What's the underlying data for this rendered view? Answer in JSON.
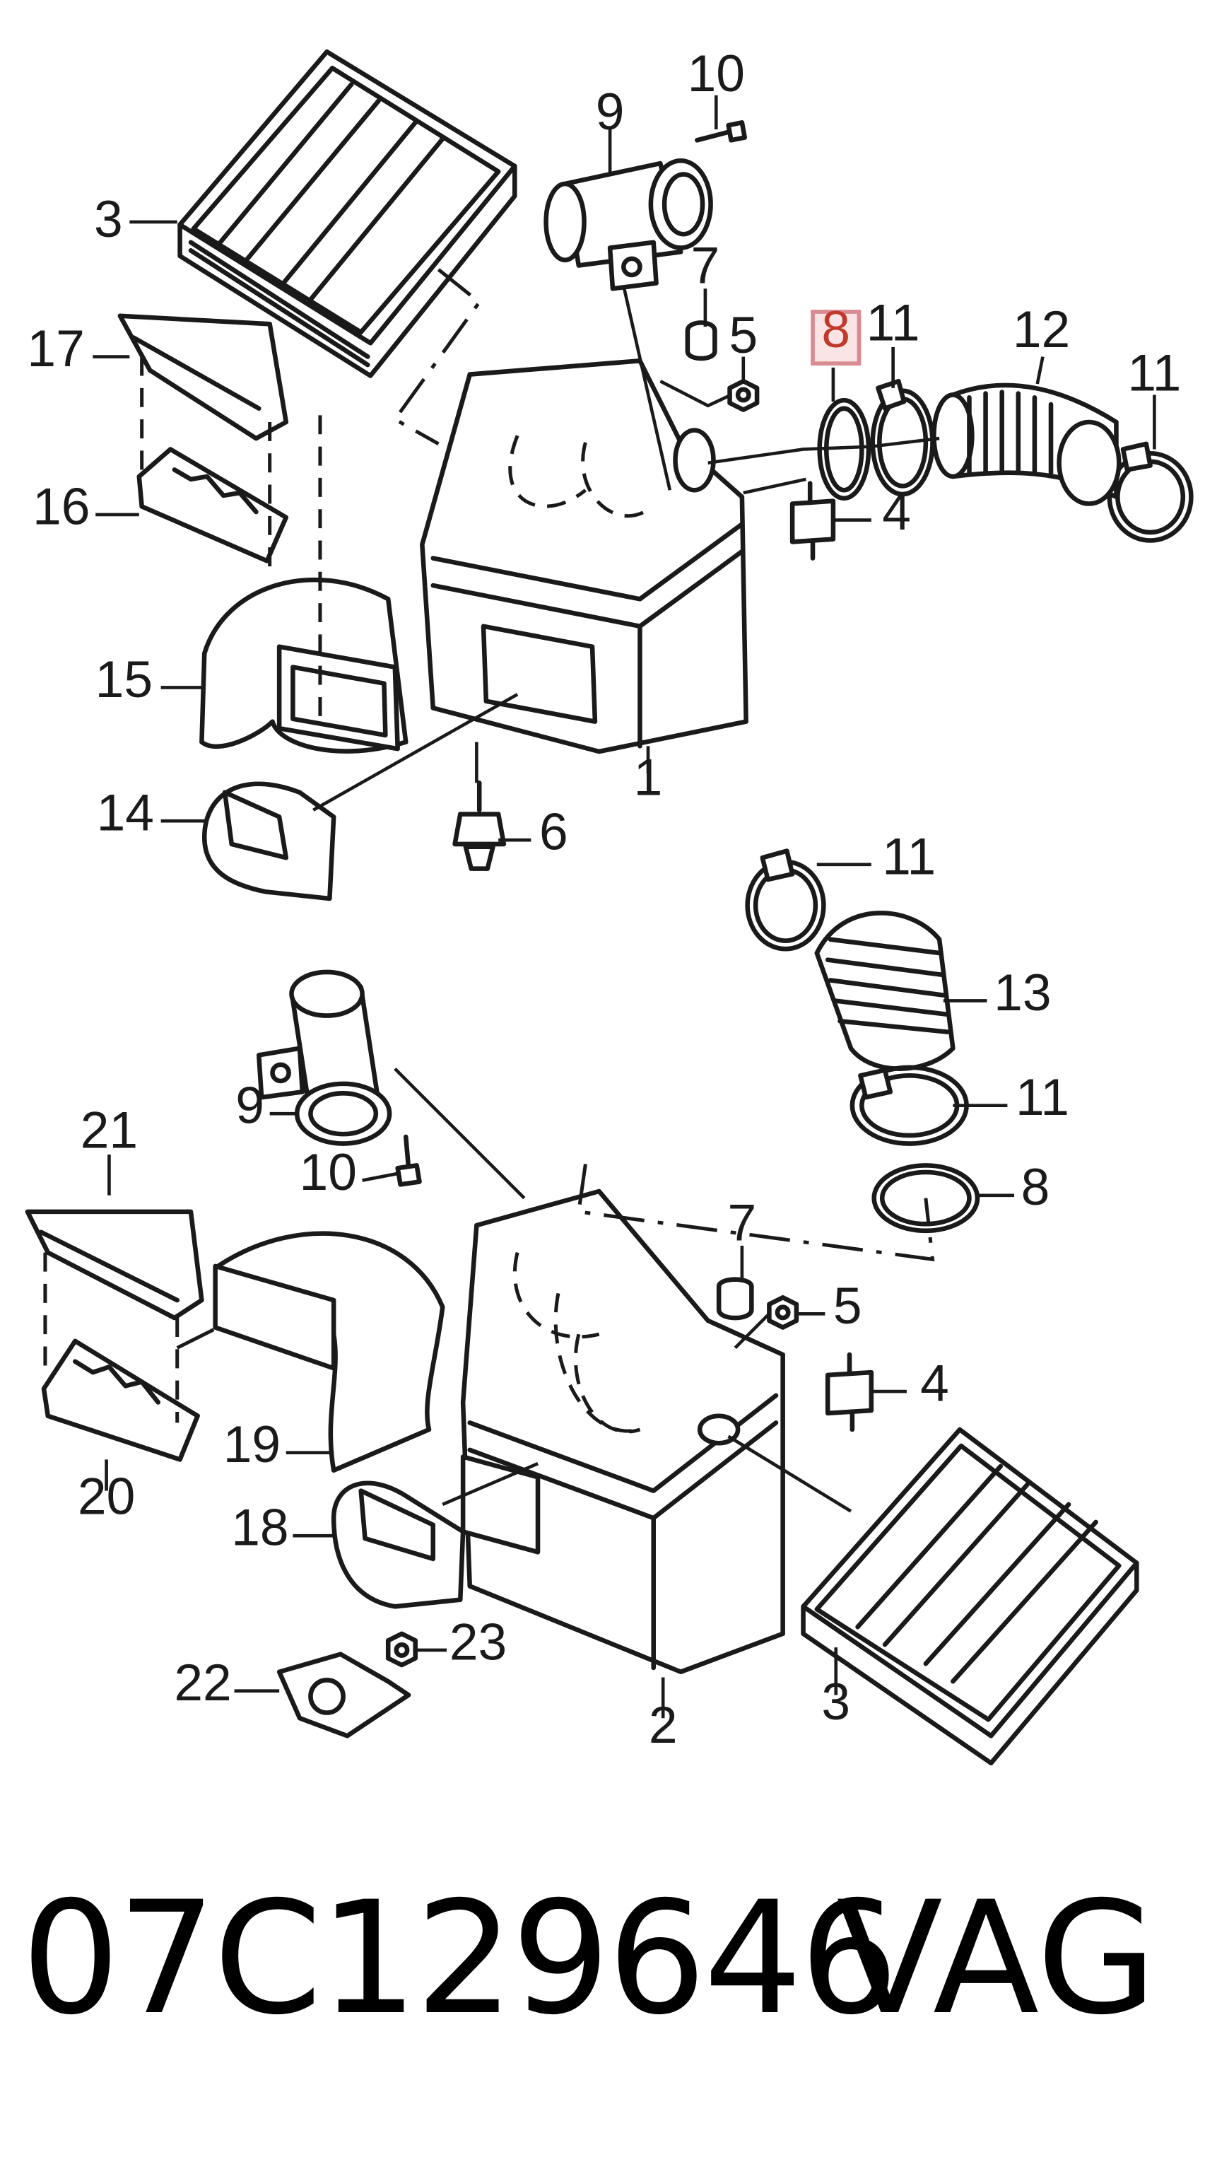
{
  "diagram": {
    "callouts": [
      {
        "id": "c-3-top",
        "label": "3",
        "highlight": false
      },
      {
        "id": "c-9-top",
        "label": "9",
        "highlight": false
      },
      {
        "id": "c-10-top",
        "label": "10",
        "highlight": false
      },
      {
        "id": "c-7-top",
        "label": "7",
        "highlight": false
      },
      {
        "id": "c-5-top",
        "label": "5",
        "highlight": false
      },
      {
        "id": "c-8-top",
        "label": "8",
        "highlight": true
      },
      {
        "id": "c-11-top-a",
        "label": "11",
        "highlight": false
      },
      {
        "id": "c-12",
        "label": "12",
        "highlight": false
      },
      {
        "id": "c-11-top-b",
        "label": "11",
        "highlight": false
      },
      {
        "id": "c-17",
        "label": "17",
        "highlight": false
      },
      {
        "id": "c-16",
        "label": "16",
        "highlight": false
      },
      {
        "id": "c-4-top",
        "label": "4",
        "highlight": false
      },
      {
        "id": "c-15",
        "label": "15",
        "highlight": false
      },
      {
        "id": "c-1",
        "label": "1",
        "highlight": false
      },
      {
        "id": "c-14",
        "label": "14",
        "highlight": false
      },
      {
        "id": "c-6",
        "label": "6",
        "highlight": false
      },
      {
        "id": "c-11-mid-a",
        "label": "11",
        "highlight": false
      },
      {
        "id": "c-13",
        "label": "13",
        "highlight": false
      },
      {
        "id": "c-11-mid-b",
        "label": "11",
        "highlight": false
      },
      {
        "id": "c-9-bot",
        "label": "9",
        "highlight": false
      },
      {
        "id": "c-10-bot",
        "label": "10",
        "highlight": false
      },
      {
        "id": "c-8-bot",
        "label": "8",
        "highlight": false
      },
      {
        "id": "c-21",
        "label": "21",
        "highlight": false
      },
      {
        "id": "c-7-bot",
        "label": "7",
        "highlight": false
      },
      {
        "id": "c-5-bot",
        "label": "5",
        "highlight": false
      },
      {
        "id": "c-4-bot",
        "label": "4",
        "highlight": false
      },
      {
        "id": "c-20",
        "label": "20",
        "highlight": false
      },
      {
        "id": "c-19",
        "label": "19",
        "highlight": false
      },
      {
        "id": "c-18",
        "label": "18",
        "highlight": false
      },
      {
        "id": "c-23",
        "label": "23",
        "highlight": false
      },
      {
        "id": "c-22",
        "label": "22",
        "highlight": false
      },
      {
        "id": "c-2",
        "label": "2",
        "highlight": false
      },
      {
        "id": "c-3-bot",
        "label": "3",
        "highlight": false
      }
    ]
  },
  "footer": {
    "part_number": "07C129646",
    "brand": "VAG"
  },
  "colors": {
    "line": "#1a1a1a",
    "highlight_fill": "#fbe4e6",
    "highlight_stroke": "#d98b93",
    "highlight_text": "#c0392b"
  }
}
